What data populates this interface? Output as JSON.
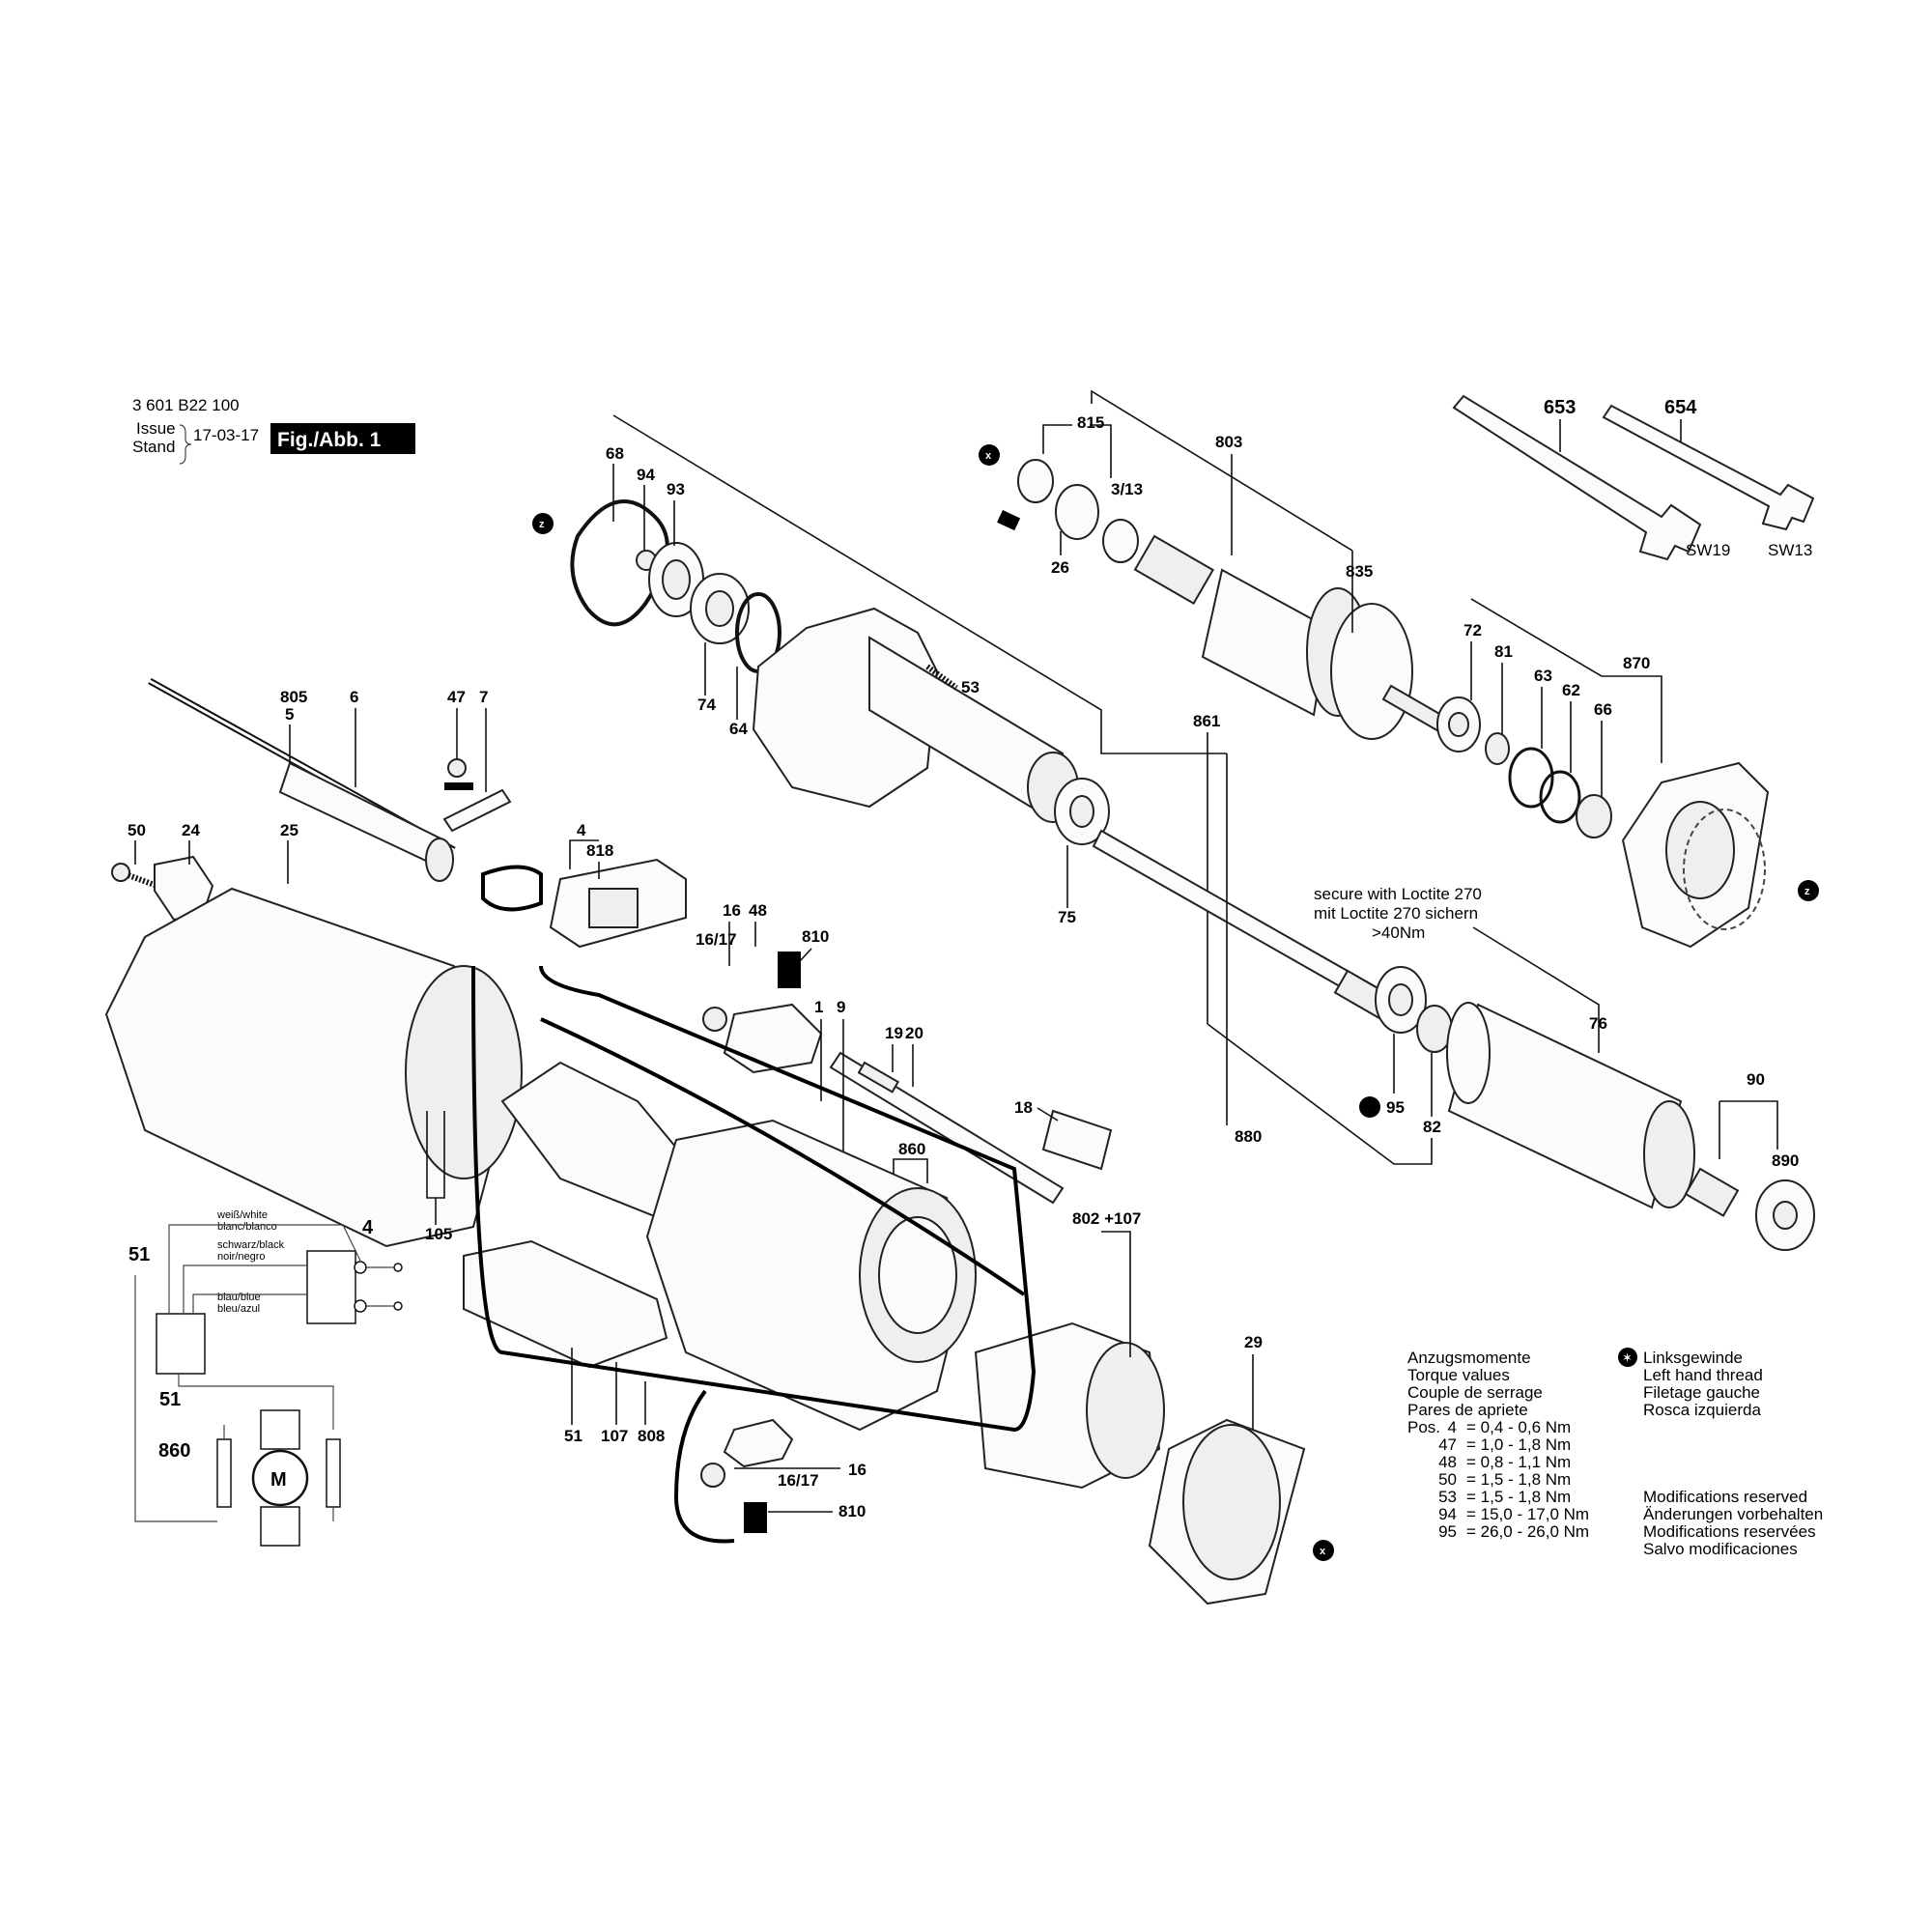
{
  "header": {
    "part_number": "3 601 B22 100",
    "issue_label": "Issue",
    "stand_label": "Stand",
    "date": "17-03-17",
    "fig_label": "Fig./Abb. 1"
  },
  "callouts": {
    "c68": "68",
    "c94": "94",
    "c93": "93",
    "c74": "74",
    "c64": "64",
    "c815": "815",
    "c803": "803",
    "c3_13": "3/13",
    "c26": "26",
    "c835": "835",
    "c653": "653",
    "c654": "654",
    "sw19": "SW19",
    "sw13": "SW13",
    "c805": "805",
    "c5": "5",
    "c6": "6",
    "c47": "47",
    "c7": "7",
    "c50": "50",
    "c24": "24",
    "c25": "25",
    "c4a": "4",
    "c818": "818",
    "c53": "53",
    "c861": "861",
    "c72": "72",
    "c81": "81",
    "c63": "63",
    "c62": "62",
    "c66": "66",
    "c870": "870",
    "c75": "75",
    "c16a": "16",
    "c48": "48",
    "c810a": "810",
    "c16_17a": "16/17",
    "c1": "1",
    "c9": "9",
    "c19": "19",
    "c20": "20",
    "c18": "18",
    "c860a": "860",
    "c105": "105",
    "c880": "880",
    "c95": "95",
    "c82": "82",
    "c76": "76",
    "c90": "90",
    "c890": "890",
    "c802": "802 +107",
    "c29": "29",
    "c51a": "51",
    "c107": "107",
    "c808": "808",
    "c16b": "16",
    "c16_17b": "16/17",
    "c810b": "810"
  },
  "loctite_note": {
    "line1": "secure with Loctite 270",
    "line2": "mit Loctite 270 sichern",
    "line3": ">40Nm"
  },
  "markers": {
    "x": "x",
    "z": "z"
  },
  "wiring": {
    "white": "weiß/white",
    "white2": "blanc/blanco",
    "black": "schwarz/black",
    "black2": "noir/negro",
    "blue": "blau/blue",
    "blue2": "bleu/azul",
    "label_4": "4",
    "label_51_top": "51",
    "label_51_bottom": "51",
    "label_860": "860",
    "motor": "M"
  },
  "torque": {
    "titles": [
      "Anzugsmomente",
      "Torque values",
      "Couple de serrage",
      "Pares de apriete"
    ],
    "rows": [
      {
        "pos": "Pos.",
        "id": "4",
        "text": "=  0,4  -   0,6 Nm"
      },
      {
        "pos": "",
        "id": "47",
        "text": "=  1,0  -   1,8 Nm"
      },
      {
        "pos": "",
        "id": "48",
        "text": "=  0,8  -   1,1 Nm"
      },
      {
        "pos": "",
        "id": "50",
        "text": "=  1,5  -   1,8 Nm"
      },
      {
        "pos": "",
        "id": "53",
        "text": "=  1,5  -   1,8 Nm"
      },
      {
        "pos": "",
        "id": "94",
        "text": "= 15,0  - 17,0 Nm"
      },
      {
        "pos": "",
        "id": "95",
        "text": "= 26,0  - 26,0 Nm"
      }
    ]
  },
  "thread_legend": [
    "Linksgewinde",
    "Left hand thread",
    "Filetage gauche",
    "Rosca izquierda"
  ],
  "modifications": [
    "Modifications reserved",
    "Änderungen vorbehalten",
    "Modifications reservées",
    "Salvo modificaciones"
  ]
}
